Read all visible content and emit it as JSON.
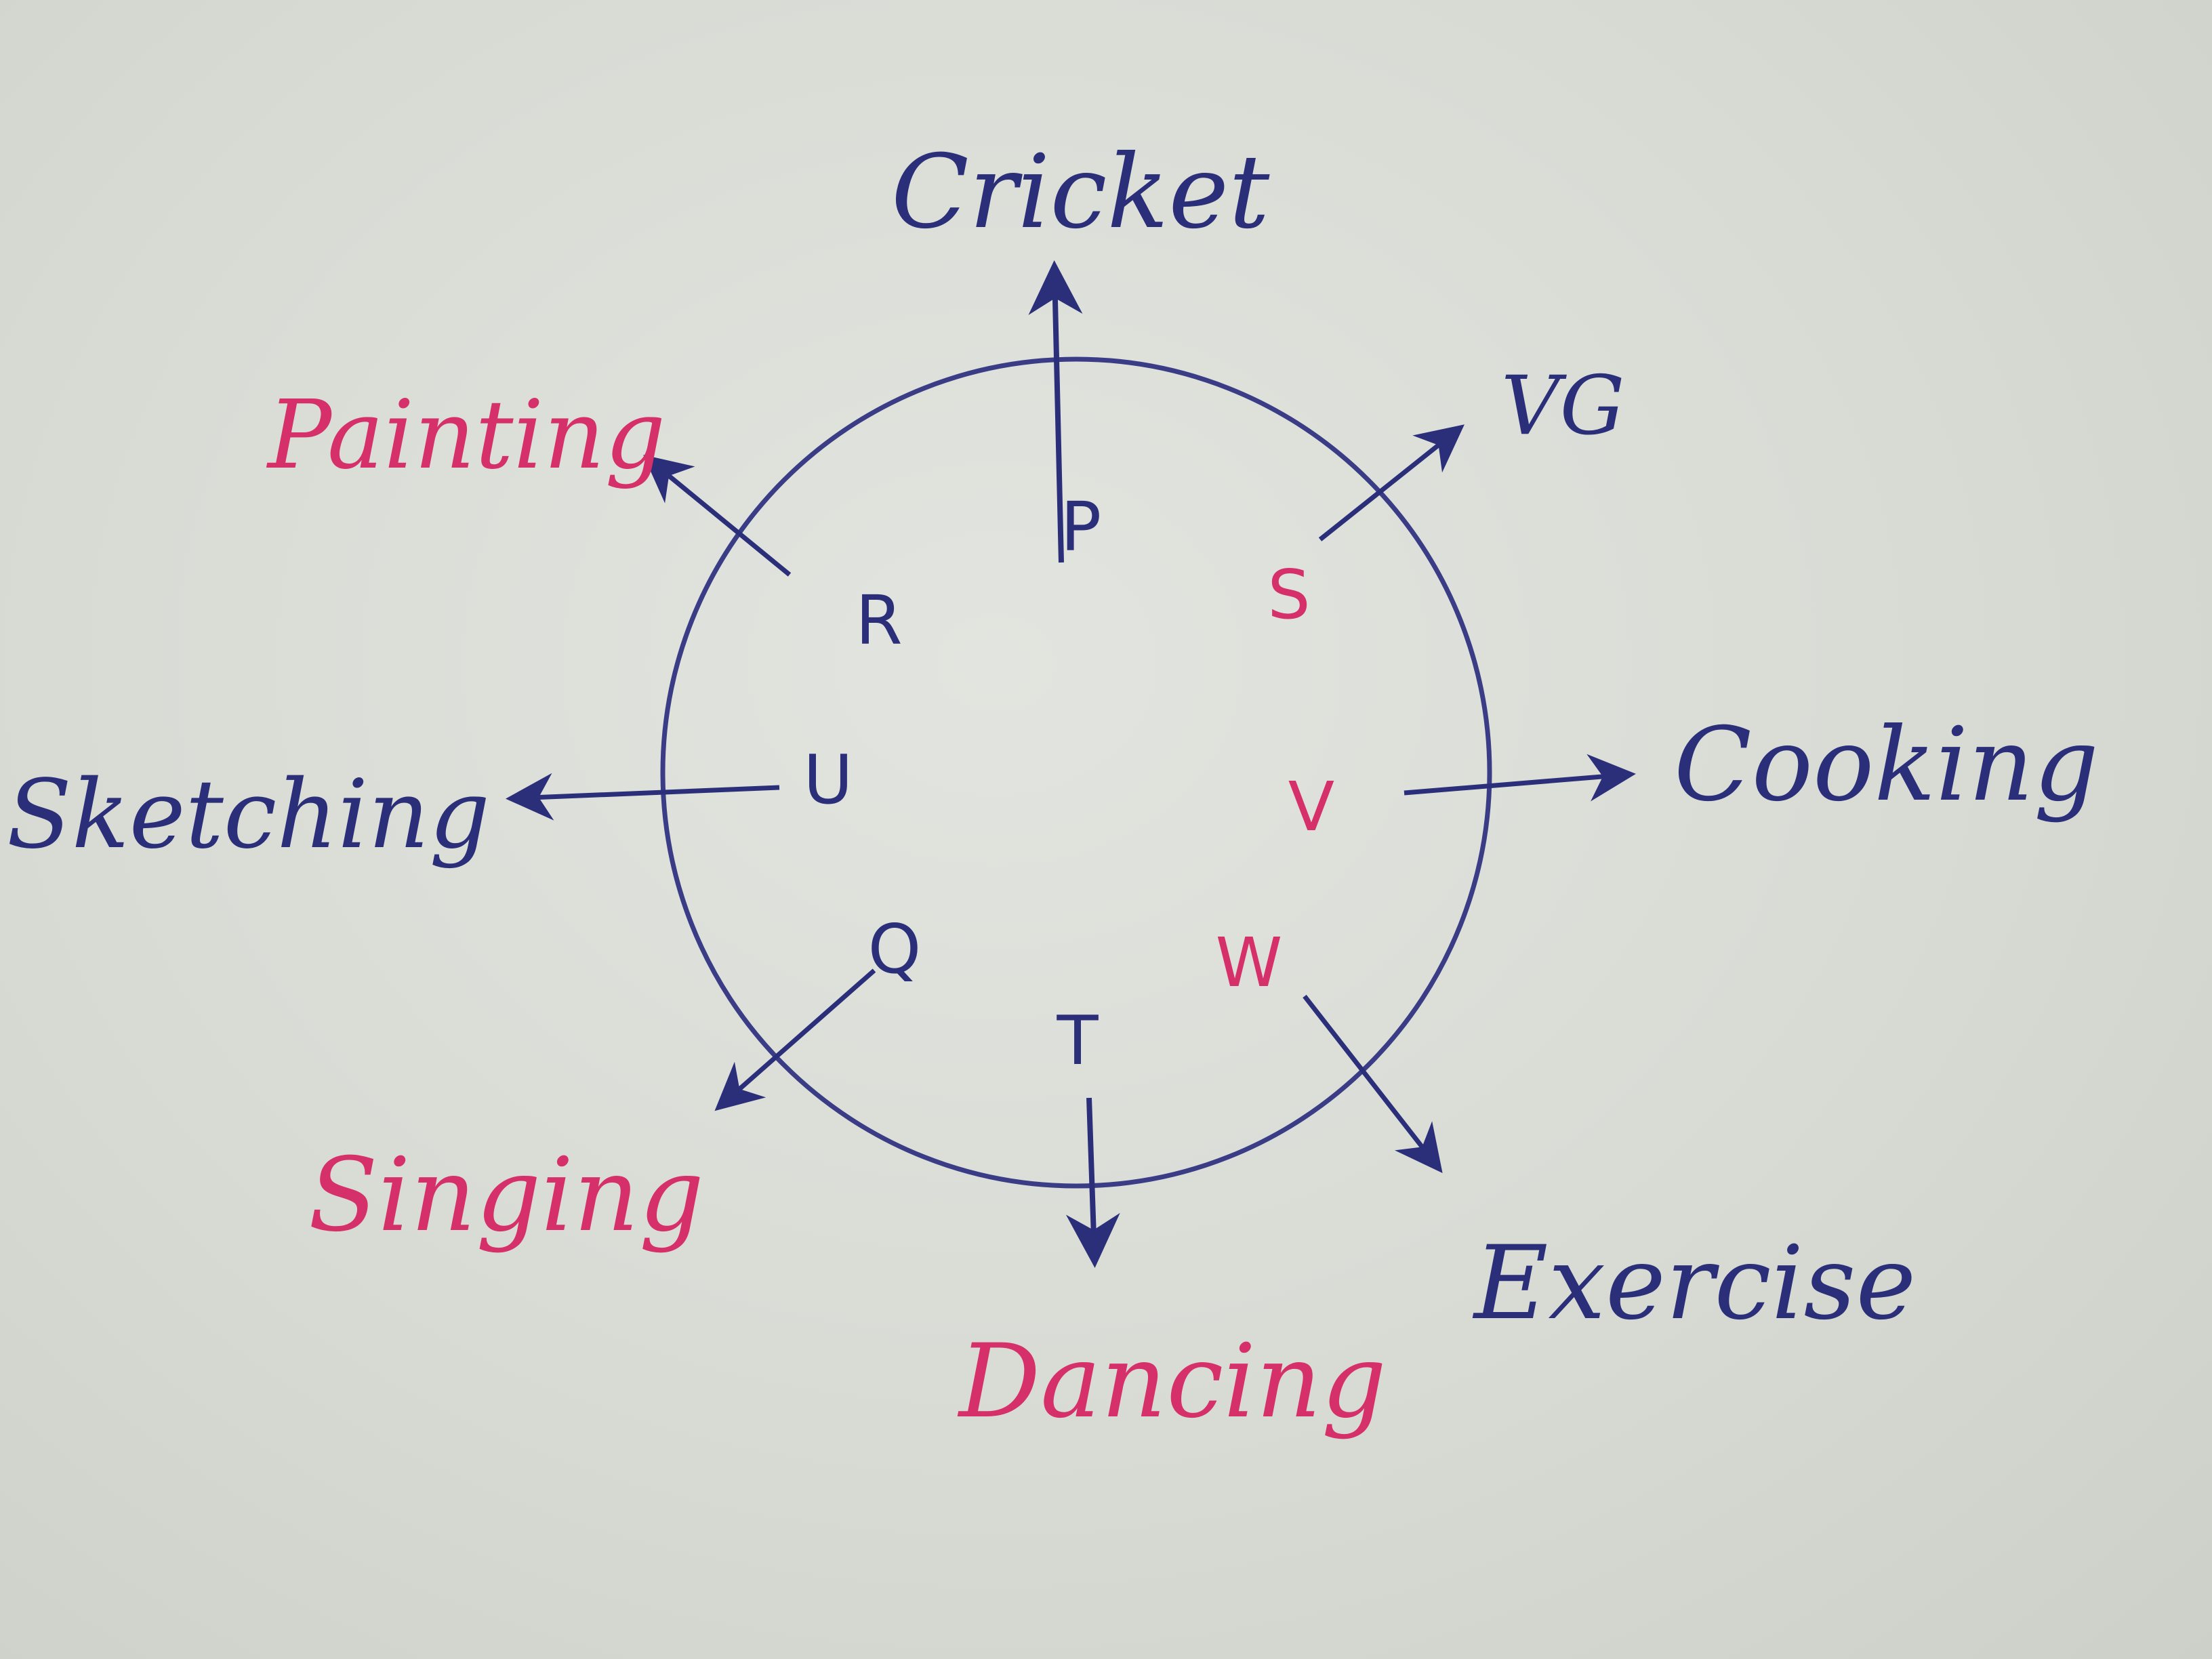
{
  "colors": {
    "ink_blue": "#2b2f7a",
    "ink_pink": "#d5306a",
    "paper": "#d9dcd6"
  },
  "persons": [
    {
      "letter": "P",
      "color": "blue"
    },
    {
      "letter": "S",
      "color": "pink"
    },
    {
      "letter": "V",
      "color": "pink"
    },
    {
      "letter": "W",
      "color": "pink"
    },
    {
      "letter": "T",
      "color": "blue"
    },
    {
      "letter": "Q",
      "color": "blue"
    },
    {
      "letter": "U",
      "color": "blue"
    },
    {
      "letter": "R",
      "color": "blue"
    }
  ],
  "hobbies": [
    {
      "label": "Cricket",
      "color": "blue"
    },
    {
      "label": "VG",
      "color": "blue"
    },
    {
      "label": "Cooking",
      "color": "blue"
    },
    {
      "label": "Exercise",
      "color": "blue"
    },
    {
      "label": "Dancing",
      "color": "pink"
    },
    {
      "label": "Singing",
      "color": "pink"
    },
    {
      "label": "Sketching",
      "color": "blue"
    },
    {
      "label": "Painting",
      "color": "pink"
    }
  ]
}
